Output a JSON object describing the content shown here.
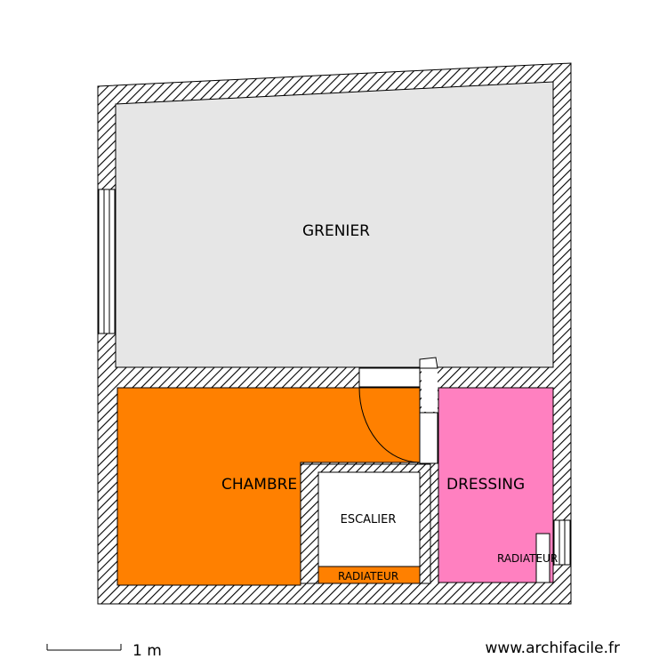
{
  "rooms": {
    "grenier": {
      "label": "GRENIER",
      "color": "#e6e6e6"
    },
    "chambre": {
      "label": "CHAMBRE",
      "color": "#ff8000"
    },
    "dressing": {
      "label": "DRESSING",
      "color": "#ff80c0"
    },
    "escalier": {
      "label": "ESCALIER",
      "color": "#ffffff"
    }
  },
  "fixtures": {
    "radiateur_left": "RADIATEUR",
    "radiateur_right": "RADIATEUR"
  },
  "scale": {
    "label": "1 m"
  },
  "watermark": "www.archifacile.fr",
  "colors": {
    "wall_hatch": "#000000",
    "wall_bg": "#ffffff"
  }
}
